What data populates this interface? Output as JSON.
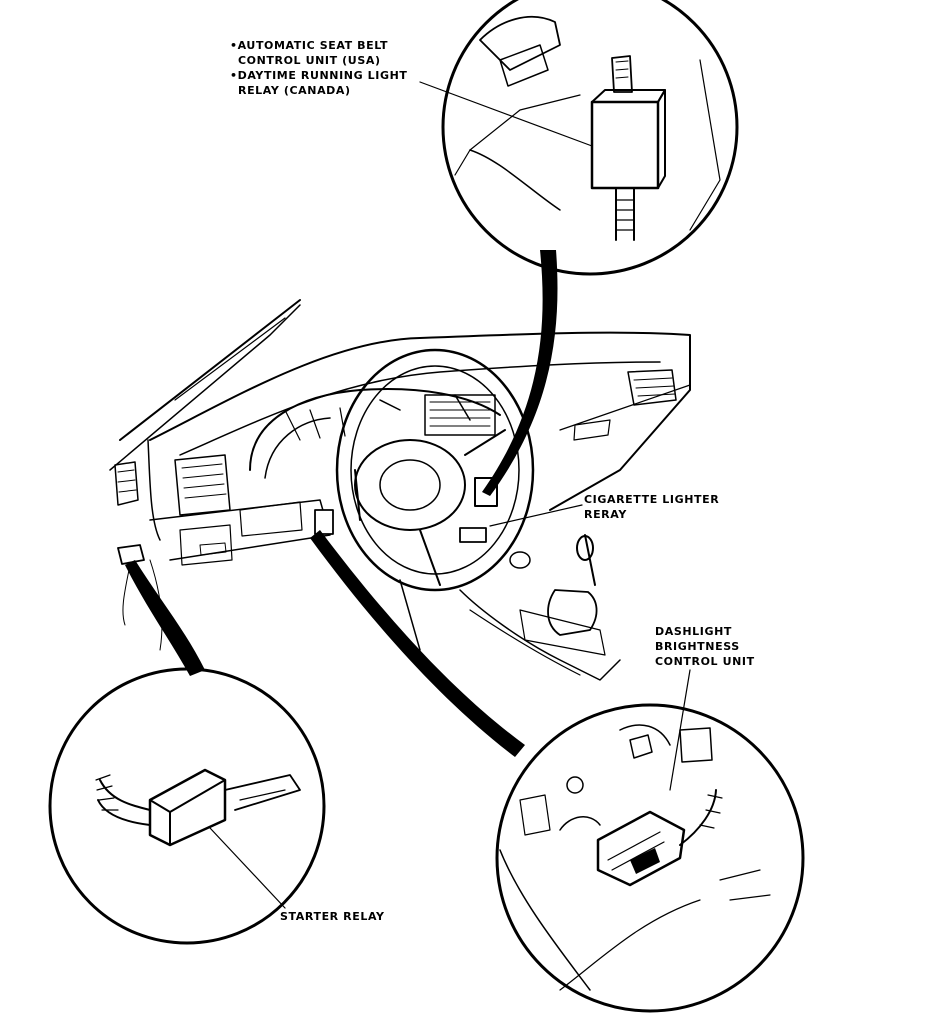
{
  "labels": {
    "seat_belt_unit": {
      "line1": "AUTOMATIC SEAT BELT",
      "line2": "CONTROL UNIT (USA)"
    },
    "daytime_relay": {
      "line1": "DAYTIME RUNNING LIGHT",
      "line2": "RELAY (CANADA)"
    },
    "cigarette_relay": {
      "line1": "CIGARETTE LIGHTER",
      "line2": "RERAY"
    },
    "dashlight_unit": {
      "line1": "DASHLIGHT",
      "line2": "BRIGHTNESS",
      "line3": "CONTROL UNIT"
    },
    "starter_relay": "STARTER RELAY"
  }
}
